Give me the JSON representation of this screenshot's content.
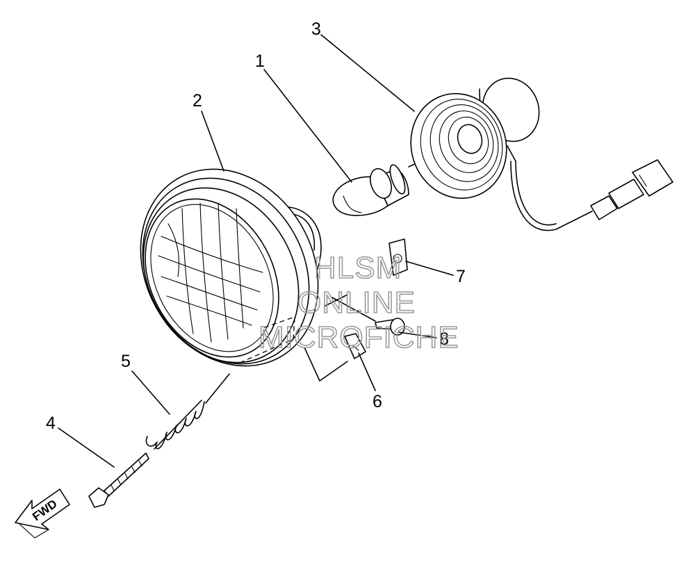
{
  "callouts": {
    "1": "1",
    "2": "2",
    "3": "3",
    "4": "4",
    "5": "5",
    "6": "6",
    "7": "7",
    "8": "8"
  },
  "watermark": {
    "line1": "HLSM",
    "line2": "ONLINE",
    "line3": "MICROFICHE"
  },
  "arrow_label": "FWD",
  "colors": {
    "ink": "#000000",
    "watermark": "#9a9a9a",
    "background": "#ffffff"
  }
}
